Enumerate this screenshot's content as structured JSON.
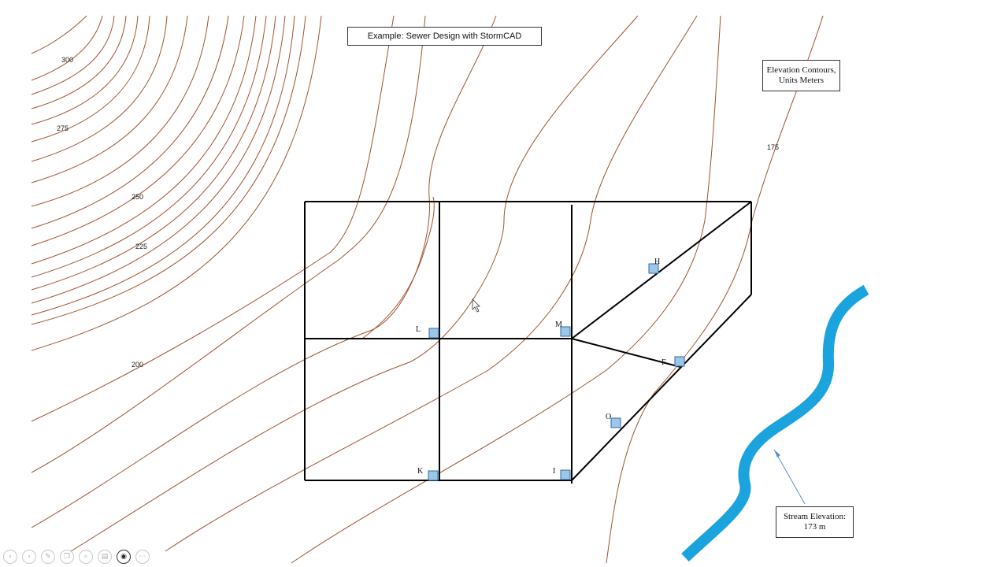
{
  "title": "Example: Sewer Design with StormCAD",
  "legend": {
    "line1": "Elevation Contours,",
    "line2": "Units Meters"
  },
  "stream_note": {
    "line1": "Stream Elevation:",
    "line2": "173 m"
  },
  "contour_labels": [
    "300",
    "275",
    "250",
    "225",
    "200",
    "175"
  ],
  "node_labels": [
    "L",
    "M",
    "H",
    "F",
    "O",
    "K",
    "I"
  ],
  "colors": {
    "contour": "#a0522d",
    "pipe": "#000000",
    "manhole_fill": "#9ec6e6",
    "manhole_stroke": "#2b6aa8",
    "stream": "#1aa3dd",
    "arrow": "#5b8fc7"
  },
  "toolbar": {
    "icons": [
      "prev-icon",
      "next-icon",
      "pen-icon",
      "copy-icon",
      "zoom-icon",
      "subtitle-icon",
      "camera-icon",
      "more-icon"
    ],
    "glyphs": [
      "‹",
      "›",
      "✎",
      "❐",
      "⌕",
      "▤",
      "◉",
      "⋯"
    ]
  }
}
